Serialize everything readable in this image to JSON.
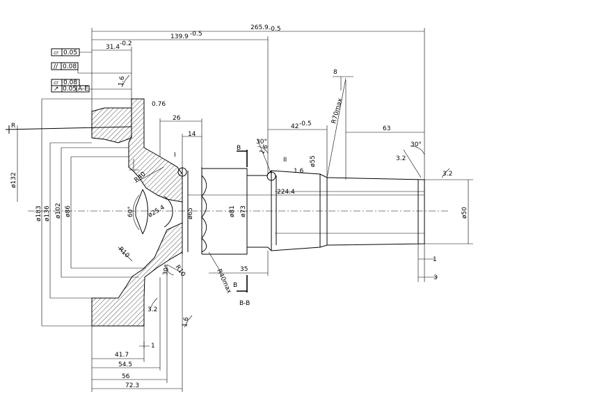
{
  "dimensions": {
    "total_length": "265.9",
    "total_length_tol": "-0.5",
    "flange_to_shoulder": "139.9",
    "flange_to_shoulder_tol": "-0.5",
    "flange_width": "31.4",
    "flange_width_tol": "-0.2",
    "chamfer_076": "0.76",
    "bore_26": "26",
    "bore_14": "14",
    "spline_42": "42",
    "spline_tol": "-0.5",
    "end_63": "63",
    "dia_132": "ø132",
    "dia_183": "ø183",
    "dia_136": "ø136",
    "dia_102": "ø102",
    "dia_86": "ø86",
    "dia_65": "ø65",
    "dia_81": "ø81",
    "dia_73": "ø73",
    "dia_55": "ø55",
    "dia_50": "ø50",
    "sphere_25": "ø25.4",
    "len_224": "224.4",
    "len_35": "35",
    "len_417": "41.7",
    "len_545": "54.5",
    "len_56": "56",
    "len_723": "72.3",
    "dim_1a": "1",
    "dim_1b": "1",
    "dim_3": "3",
    "dim_8": "8",
    "r70": "R70max",
    "r40max": "R40max",
    "r40": "R40",
    "r10": "R10",
    "r10b": "R10",
    "angle_60": "60°",
    "angle_30a": "30°",
    "angle_30b": "30°",
    "angle_30c": "30°",
    "label_r": "R",
    "label_i": "I",
    "label_ii": "II",
    "label_b_top": "B",
    "label_b_bottom": "B",
    "section_bb": "B-B"
  },
  "roughness": {
    "r16a": "1.6",
    "r16b": "1.6",
    "r16c": "1.6",
    "r16d": "1.6",
    "r32a": "3.2",
    "r32b": "3.2",
    "r32c": "3.2"
  },
  "tolerance_frames": [
    {
      "symbol": "⏥",
      "value": "0.05"
    },
    {
      "symbol": "//",
      "value": "0.08"
    },
    {
      "symbol": "⏥",
      "value": "0.08"
    },
    {
      "symbol": "↗",
      "value": "0.05",
      "datum": "A-E"
    }
  ]
}
